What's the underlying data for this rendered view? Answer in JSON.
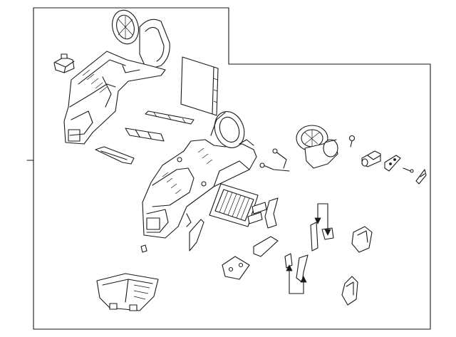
{
  "diagram": {
    "style": "exploded parts line drawing",
    "colors": {
      "line": "#1a1a1a",
      "background": "#ffffff"
    },
    "parts": [
      "upper-blower-scroll",
      "upper-hvac-case-half",
      "small-actuator-motor",
      "cabin-air-filter",
      "flat-seal-strip",
      "mode-door-link",
      "foam-seal-gasket",
      "lower-hvac-case-half",
      "blower-motor",
      "blower-resistor",
      "temperature-sensor",
      "screw",
      "heater-core",
      "pipe-bracket",
      "door-actuator",
      "mounting-bracket",
      "control-module",
      "clip-fasteners"
    ]
  }
}
